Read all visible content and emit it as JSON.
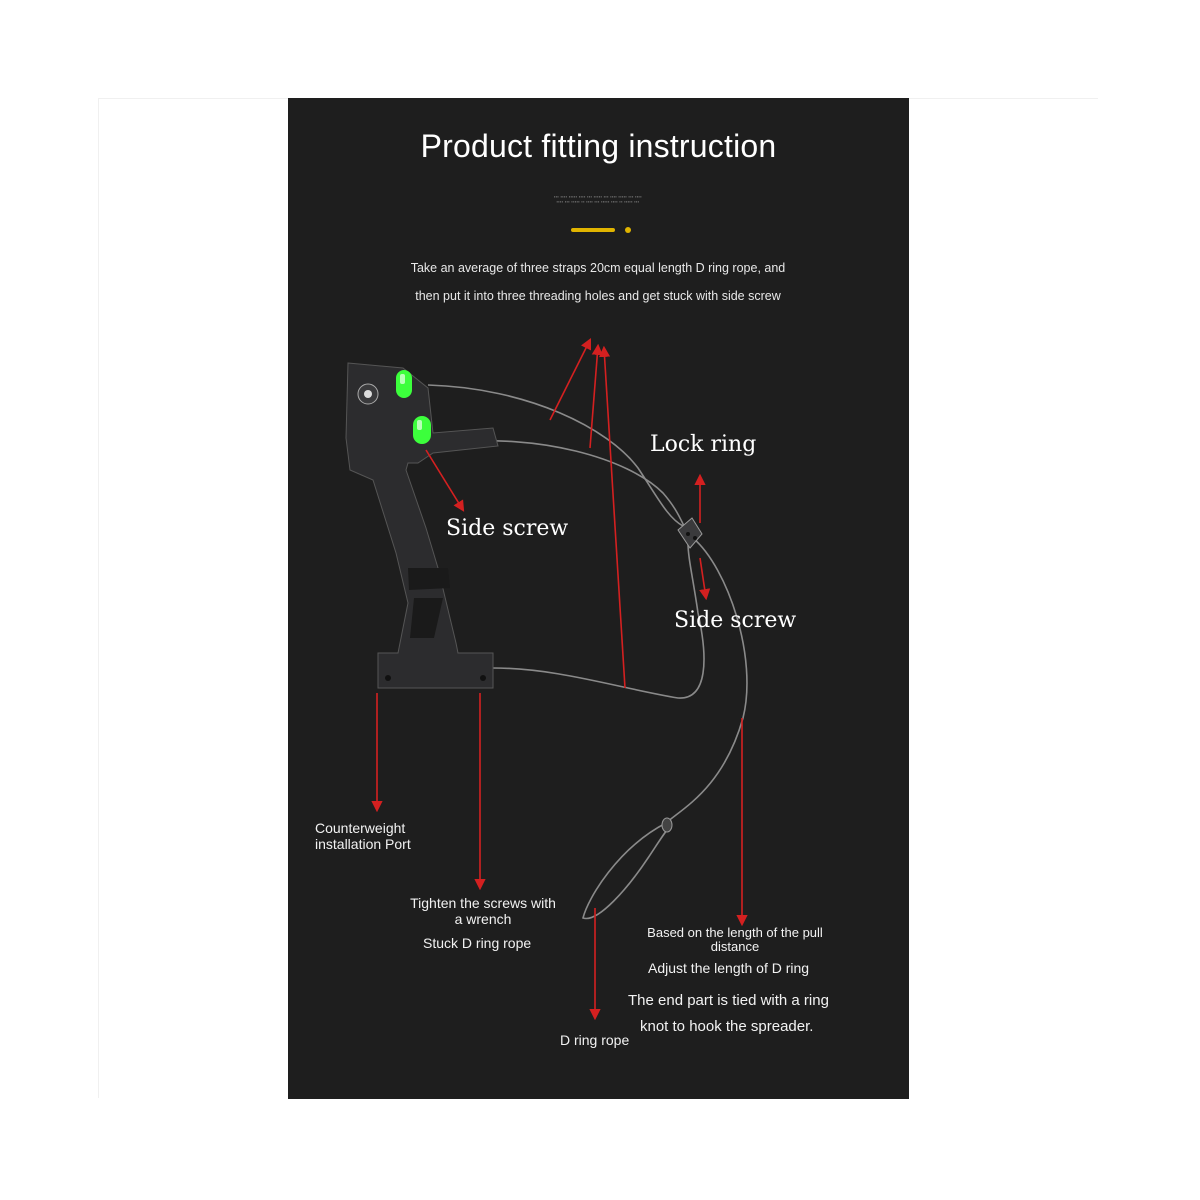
{
  "header": {
    "title": "Product fitting instruction",
    "intro_line1": "Take an average of three straps 20cm equal length D ring rope, and",
    "intro_line2": "then put it into three threading holes and get stuck with side screw"
  },
  "labels": {
    "lock_ring": "Lock ring",
    "side_screw_left": "Side screw",
    "side_screw_right": "Side screw",
    "counterweight_line1": "Counterweight",
    "counterweight_line2": "installation Port",
    "tighten_line1": "Tighten the screws with",
    "tighten_line2": "a wrench",
    "stuck_rope": "Stuck D ring rope",
    "based_line1": "Based on the length of the pull",
    "based_line2": "distance",
    "adjust": "Adjust the length of D ring",
    "end_line1": "The end part is tied with a ring",
    "end_line2": "knot to hook the spreader.",
    "d_ring_rope": "D ring rope"
  },
  "colors": {
    "panel_bg": "#1e1e1e",
    "accent": "#e0b400",
    "arrow": "#d42020",
    "level_bubble": "#3cff3c",
    "rope": "#8a8a8a",
    "mount": "#2c2c2e"
  }
}
